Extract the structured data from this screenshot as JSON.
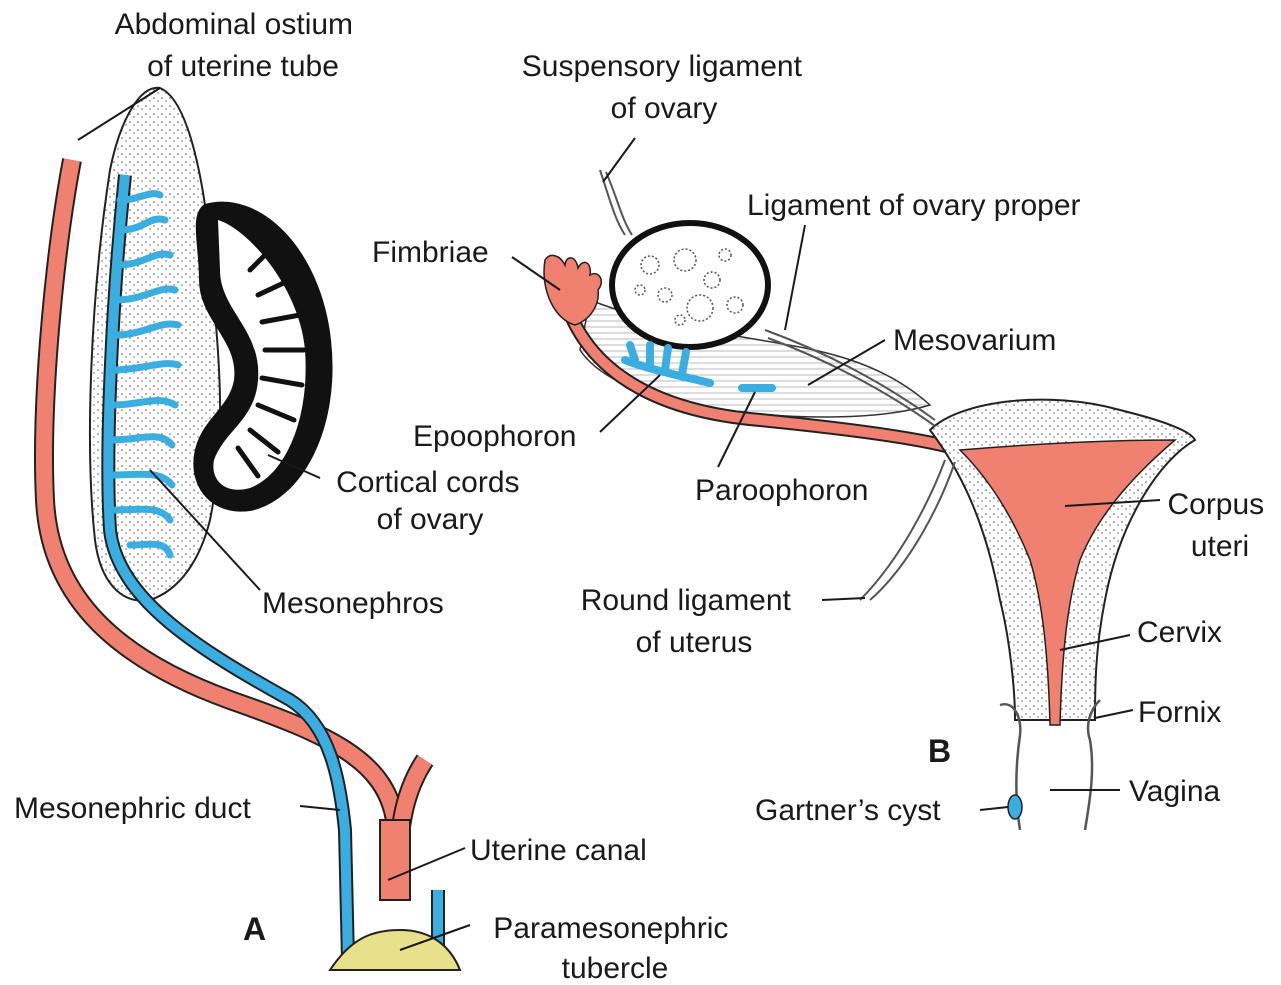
{
  "panels": {
    "a": "A",
    "b": "B"
  },
  "labels": {
    "abdominal_ostium": [
      "Abdominal ostium",
      "of uterine tube"
    ],
    "cortical_cords": [
      "Cortical cords",
      "of ovary"
    ],
    "mesonephros": "Mesonephros",
    "mesonephric_duct": "Mesonephric duct",
    "uterine_canal": "Uterine canal",
    "paramesonephric_tubercle": [
      "Paramesonephric",
      "tubercle"
    ],
    "suspensory_ligament": [
      "Suspensory ligament",
      "of ovary"
    ],
    "ligament_ovary_proper": "Ligament of ovary proper",
    "fimbriae": "Fimbriae",
    "mesovarium": "Mesovarium",
    "epoophoron": "Epoophoron",
    "paroophoron": "Paroophoron",
    "corpus_uteri": [
      "Corpus",
      "uteri"
    ],
    "round_ligament": [
      "Round ligament",
      "of uterus"
    ],
    "cervix": "Cervix",
    "fornix": "Fornix",
    "vagina": "Vagina",
    "gartners_cyst": "Gartner’s cyst"
  },
  "colors": {
    "paramesonephric": "#f08070",
    "mesonephric": "#3aaee0",
    "ovary_cortex": "#111111",
    "tissue_fill": "#f2f2f2",
    "tubercle": "#e8e08a"
  }
}
